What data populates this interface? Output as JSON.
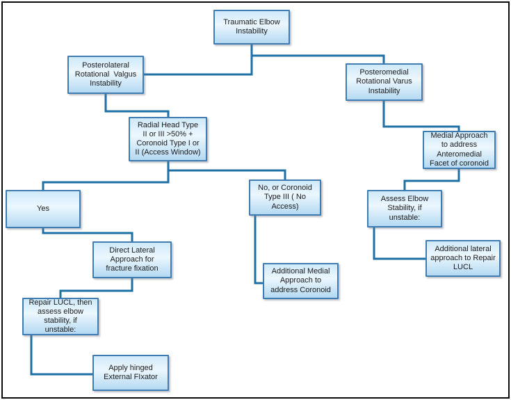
{
  "diagram": {
    "type": "flowchart",
    "topic": "Traumatic Elbow Instability",
    "colors": {
      "connector": "#1E6FA5",
      "node_border": "#3E7CB1",
      "node_fill_top": "#CFE9FA",
      "node_fill_bottom": "#B4D9F2",
      "text": "#1A1A1A",
      "outer_border": "#0A0A0A",
      "background": "#FFFFFF"
    },
    "nodes": {
      "traumatic_elbow_instability": {
        "label": "Traumatic Elbow\nInstability"
      },
      "posterolateral_rotational_valgus_instability": {
        "label": "Posterolateral\nRotational  Valgus\nInstability"
      },
      "posteromedial_rotational_varus_instability": {
        "label": "Posteromedial\nRotational Varus\nInstability"
      },
      "radial_head_access_window": {
        "label": "Radial Head Type\nII or III >50% +\nCoronoid Type I or\nII (Access Window)"
      },
      "medial_approach_anteromedial_facet": {
        "label": "Medial Approach\nto address\nAnteromedial\nFacet of coronoid"
      },
      "yes": {
        "label": "Yes"
      },
      "no_coronoid_type_iii": {
        "label": "No, or Coronoid\nType III ( No\nAccess)"
      },
      "assess_elbow_stability": {
        "label": "Assess Elbow\nStability, if\nunstable:"
      },
      "direct_lateral_approach": {
        "label": "Direct Lateral\nApproach for\nfracture fixation"
      },
      "additional_medial_approach": {
        "label": "Additional Medial\nApproach to\naddress Coronoid"
      },
      "additional_lateral_approach": {
        "label": "Additional lateral\napproach to Repair\nLUCL"
      },
      "repair_lucl_then_assess": {
        "label": "Repair LUCL, then\nassess elbow\nstability, if\nunstable:"
      },
      "apply_hinged_external_fixator": {
        "label": "Apply hinged\nExternal FIxator"
      }
    },
    "edges": [
      {
        "from": "traumatic_elbow_instability",
        "to": "posterolateral_rotational_valgus_instability"
      },
      {
        "from": "traumatic_elbow_instability",
        "to": "posteromedial_rotational_varus_instability"
      },
      {
        "from": "posterolateral_rotational_valgus_instability",
        "to": "radial_head_access_window"
      },
      {
        "from": "posteromedial_rotational_varus_instability",
        "to": "medial_approach_anteromedial_facet"
      },
      {
        "from": "radial_head_access_window",
        "to": "yes"
      },
      {
        "from": "radial_head_access_window",
        "to": "no_coronoid_type_iii"
      },
      {
        "from": "medial_approach_anteromedial_facet",
        "to": "assess_elbow_stability"
      },
      {
        "from": "yes",
        "to": "direct_lateral_approach"
      },
      {
        "from": "no_coronoid_type_iii",
        "to": "additional_medial_approach"
      },
      {
        "from": "assess_elbow_stability",
        "to": "additional_lateral_approach"
      },
      {
        "from": "direct_lateral_approach",
        "to": "repair_lucl_then_assess"
      },
      {
        "from": "repair_lucl_then_assess",
        "to": "apply_hinged_external_fixator"
      }
    ]
  }
}
